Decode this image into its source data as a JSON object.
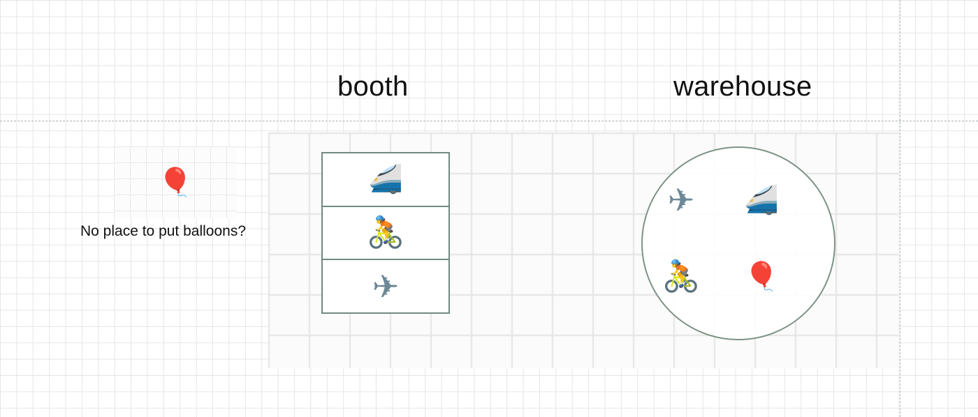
{
  "headings": {
    "booth": "booth",
    "warehouse": "warehouse"
  },
  "unplaced": {
    "question": "No place to put balloons?",
    "item_icon": "balloon-icon"
  },
  "booth": {
    "slots": [
      {
        "icon": "high-speed-train-icon",
        "glyph": "🚄"
      },
      {
        "icon": "bicyclist-icon",
        "glyph": "🚴"
      },
      {
        "icon": "airplane-icon",
        "glyph": "✈"
      }
    ]
  },
  "warehouse": {
    "items": [
      {
        "icon": "airplane-icon",
        "glyph": "✈"
      },
      {
        "icon": "high-speed-train-icon",
        "glyph": "🚄"
      },
      {
        "icon": "bicyclist-icon",
        "glyph": "🚴"
      },
      {
        "icon": "balloon-icon",
        "glyph": "🎈"
      }
    ]
  },
  "balloon_glyph": "🎈",
  "colors": {
    "box_border": "#6f8a7e",
    "circle_border": "#7c9385",
    "balloon": "#e0303a",
    "guide": "#a9b0b5"
  }
}
